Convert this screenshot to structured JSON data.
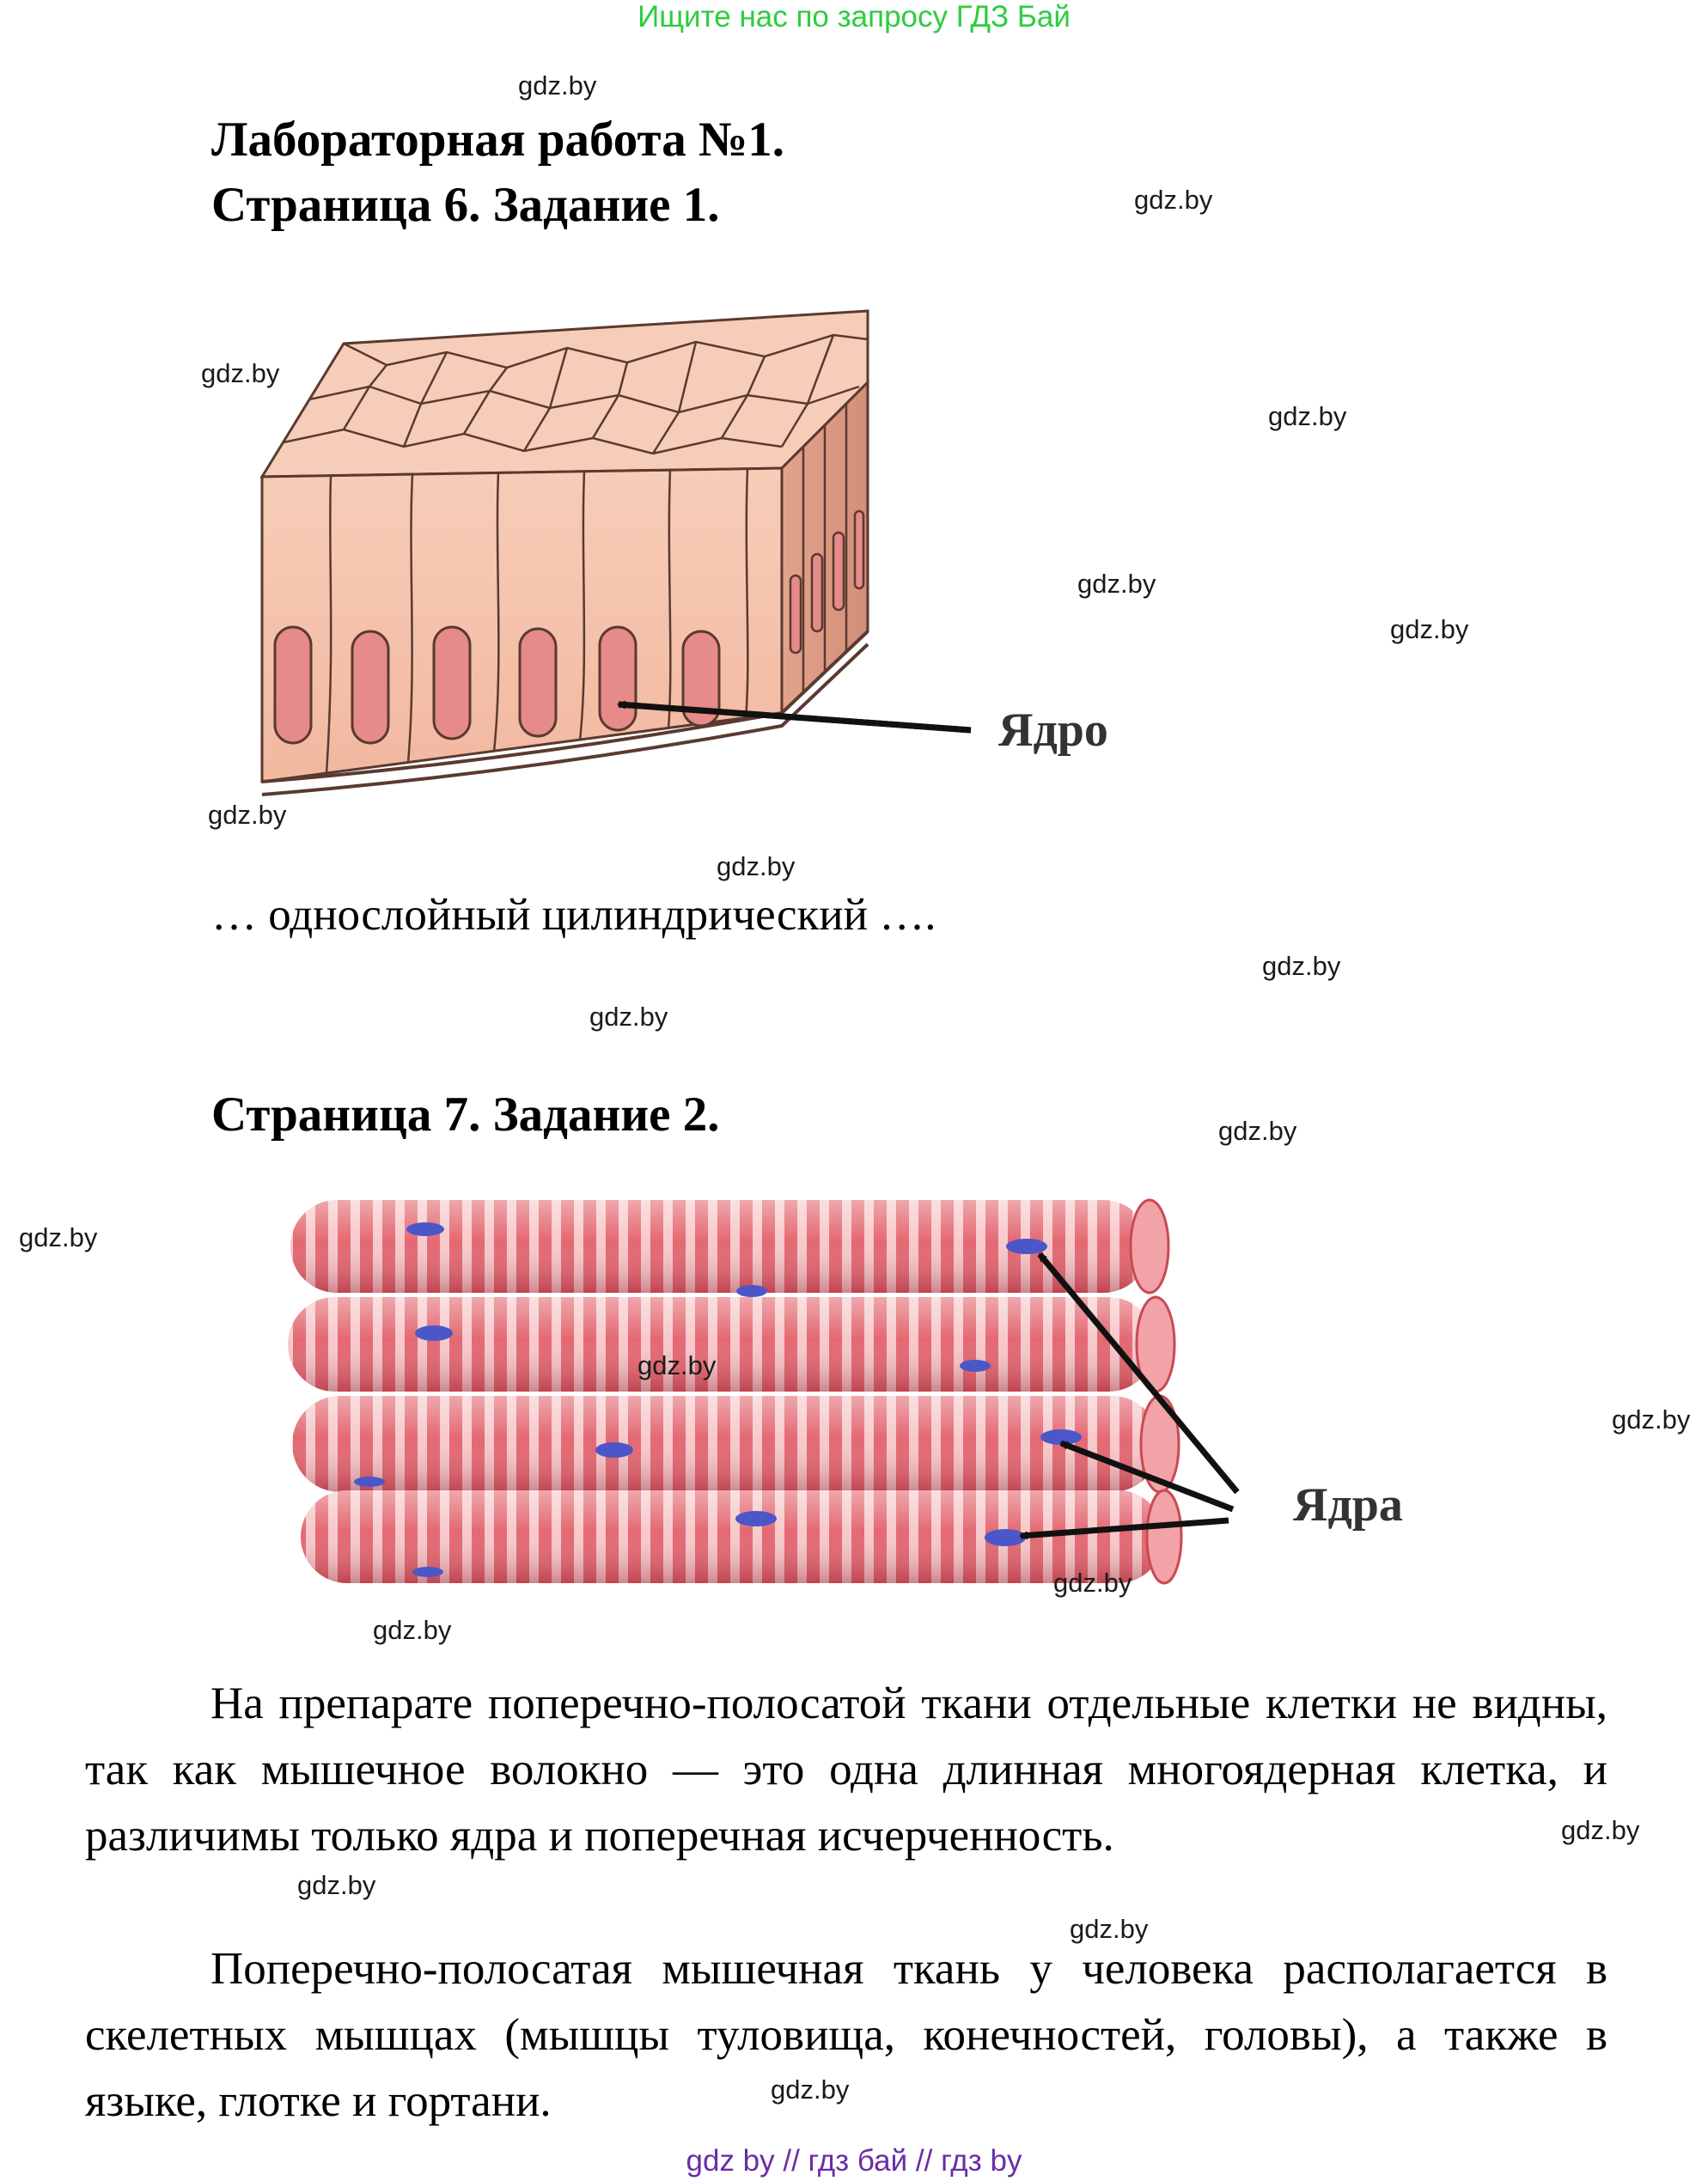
{
  "banner": "Ищите нас по запросу ГДЗ Бай",
  "watermark": "gdz.by",
  "lab_title": "Лабораторная работа №1.",
  "task1_title": "Страница 6. Задание 1.",
  "figure1": {
    "label": "Ядро"
  },
  "task1_answer": "… однослойный цилиндрический ….",
  "task2_title": "Страница 7. Задание 2.",
  "figure2": {
    "label": "Ядра"
  },
  "paragraph1": "На препарате поперечно-полосатой ткани отдельные клетки не видны, так как мышечное волокно — это одна длинная многоядерная клетка, и различимы только ядра и поперечная исчерченность.",
  "paragraph2": "Поперечно-полосатая мышечная ткань у человека располагается в скелетных мышцах (мышцы туловища, конечностей, головы), а также в языке, глотке и гортани.",
  "footer": "gdz by  //  гдз бай  //  гдз by"
}
